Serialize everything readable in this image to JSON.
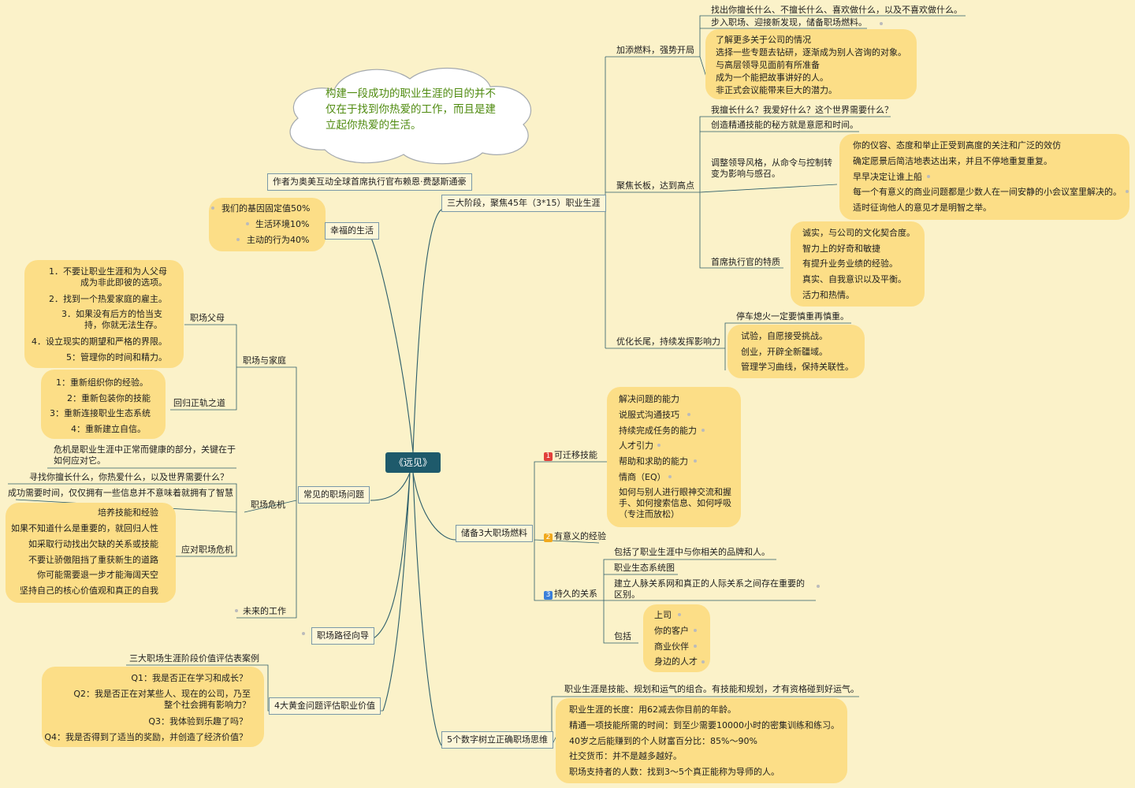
{
  "cloud": {
    "text": "构建一段成功的职业生涯的目的并不仅在于找到你热爱的工作，而且是建立起你热爱的生活。"
  },
  "author": "作者为奥美互动全球首席执行官布赖恩·费瑟斯通豪",
  "root": "《远见》",
  "three_stages": {
    "label": "三大阶段，聚焦45年（3*15）职业生涯",
    "fuel": {
      "label": "加添燃料，强势开局",
      "items": [
        "找出你擅长什么、不擅长什么、喜欢做什么，以及不喜欢做什么。",
        "步入职场、迎接新发现，储备职场燃料。"
      ],
      "sub": [
        "了解更多关于公司的情况",
        "选择一些专题去钻研，逐渐成为别人咨询的对象。",
        "与高层领导见面前有所准备",
        "成为一个能把故事讲好的人。",
        "非正式会议能带来巨大的潜力。"
      ]
    },
    "focus": {
      "label": "聚焦长板，达到高点",
      "items": [
        "我擅长什么？我爱好什么？这个世界需要什么？",
        "创造精通技能的秘方就是意愿和时间。"
      ],
      "lead_label": "调整领导风格，从命令与控制转变为影响与感召。",
      "lead_items": [
        "你的仪容、态度和举止正受到高度的关注和广泛的效仿",
        "确定愿景后简洁地表达出来，并且不停地重复重复。",
        "早早决定让谁上船",
        "每一个有意义的商业问题都是少数人在一间安静的小会议室里解决的。",
        "适时征询他人的意见才是明智之举。"
      ],
      "ceo_label": "首席执行官的特质",
      "ceo_items": [
        "诚实，与公司的文化契合度。",
        "智力上的好奇和敏捷",
        "有提升业务业绩的经验。",
        "真实、自我意识以及平衡。",
        "活力和热情。"
      ]
    },
    "tail": {
      "label": "优化长尾，持续发挥影响力",
      "first": "停车熄火一定要慎重再慎重。",
      "items": [
        "试验，自愿接受挑战。",
        "创业，开辟全新疆域。",
        "管理学习曲线，保持关联性。"
      ]
    }
  },
  "reserve": {
    "label": "储备3大职场燃料",
    "skills": {
      "num": "1",
      "label": "可迁移技能",
      "items": [
        "解决问题的能力",
        "说服式沟通技巧",
        "持续完成任务的能力",
        "人才引力",
        "帮助和求助的能力",
        "情商（EQ）",
        "如何与别人进行眼神交流和握手、如何搜索信息、如何呼吸（专注而放松）"
      ]
    },
    "exp": {
      "num": "2",
      "label": "有意义的经验"
    },
    "rel": {
      "num": "3",
      "label": "持久的关系",
      "items": [
        "包括了职业生涯中与你相关的品牌和人。",
        "职业生态系统图",
        "建立人脉关系网和真正的人际关系之间存在重要的区别。"
      ],
      "include_label": "包括",
      "include_items": [
        "上司",
        "你的客户",
        "商业伙伴",
        "身边的人才"
      ]
    }
  },
  "five_numbers": {
    "label": "5个数字树立正确职场思维",
    "intro": "职业生涯是技能、规划和运气的组合。有技能和规划，才有资格碰到好运气。",
    "items": [
      "职业生涯的长度：用62减去你目前的年龄。",
      "精通一项技能所需的时间：到至少需要10000小时的密集训练和练习。",
      "40岁之后能赚到的个人财富百分比：85%～90%",
      "社交货币：并不是越多越好。",
      "职场支持者的人数：找到3～5个真正能称为导师的人。"
    ]
  },
  "happy": {
    "label": "幸福的生活",
    "items": [
      "我们的基因固定值50%",
      "生活环境10%",
      "主动的行为40%"
    ]
  },
  "common": {
    "label": "常见的职场问题",
    "family": {
      "label": "职场与家庭",
      "parents_label": "职场父母",
      "parents": [
        "1．不要让职业生涯和为人父母成为非此即彼的选项。",
        "2．找到一个热爱家庭的雇主。",
        "3．如果没有后方的恰当支持，你就无法生存。",
        "4．设立现实的期望和严格的界限。",
        "5：管理你的时间和精力。"
      ],
      "return_label": "回归正轨之道",
      "return_items": [
        "1：重新组织你的经验。",
        "2：重新包装你的技能",
        "3：重新连接职业生态系统",
        "4：重新建立自信。"
      ]
    },
    "crisis": {
      "label": "职场危机",
      "intro": "危机是职业生涯中正常而健康的部分，关键在于如何应对它。",
      "items": [
        "寻找你擅长什么，你热爱什么，以及世界需要什么？",
        "成功需要时间，仅仅拥有一些信息并不意味着就拥有了智慧"
      ],
      "respond_label": "应对职场危机",
      "respond_items": [
        "培养技能和经验",
        "如果不知道什么是重要的，就回归人性",
        "如采取行动找出欠缺的关系或技能",
        "不要让骄傲阻挡了重获新生的道路",
        "你可能需要退一步才能海阔天空",
        "坚持自己的核心价值观和真正的自我"
      ]
    },
    "future": "未来的工作"
  },
  "path": {
    "label": "职场路径向导"
  },
  "golden": {
    "label": "4大黄金问题评估职业价值",
    "case": "三大职场生涯阶段价值评估表案例",
    "items": [
      "Q1：我是否正在学习和成长？",
      "Q2：我是否正在对某些人、现在的公司，乃至整个社会拥有影响力？",
      "Q3：我体验到乐趣了吗？",
      "Q4：我是否得到了适当的奖励，并创造了经济价值？"
    ]
  },
  "colors": {
    "background": "#FBF2C9",
    "highlight": "#FCDE87",
    "branch": "#1E5A6B",
    "cloud_text": "#4E8A0E",
    "num1": "#E2403A",
    "num2": "#F0A81C",
    "num3": "#3B7FD9"
  }
}
